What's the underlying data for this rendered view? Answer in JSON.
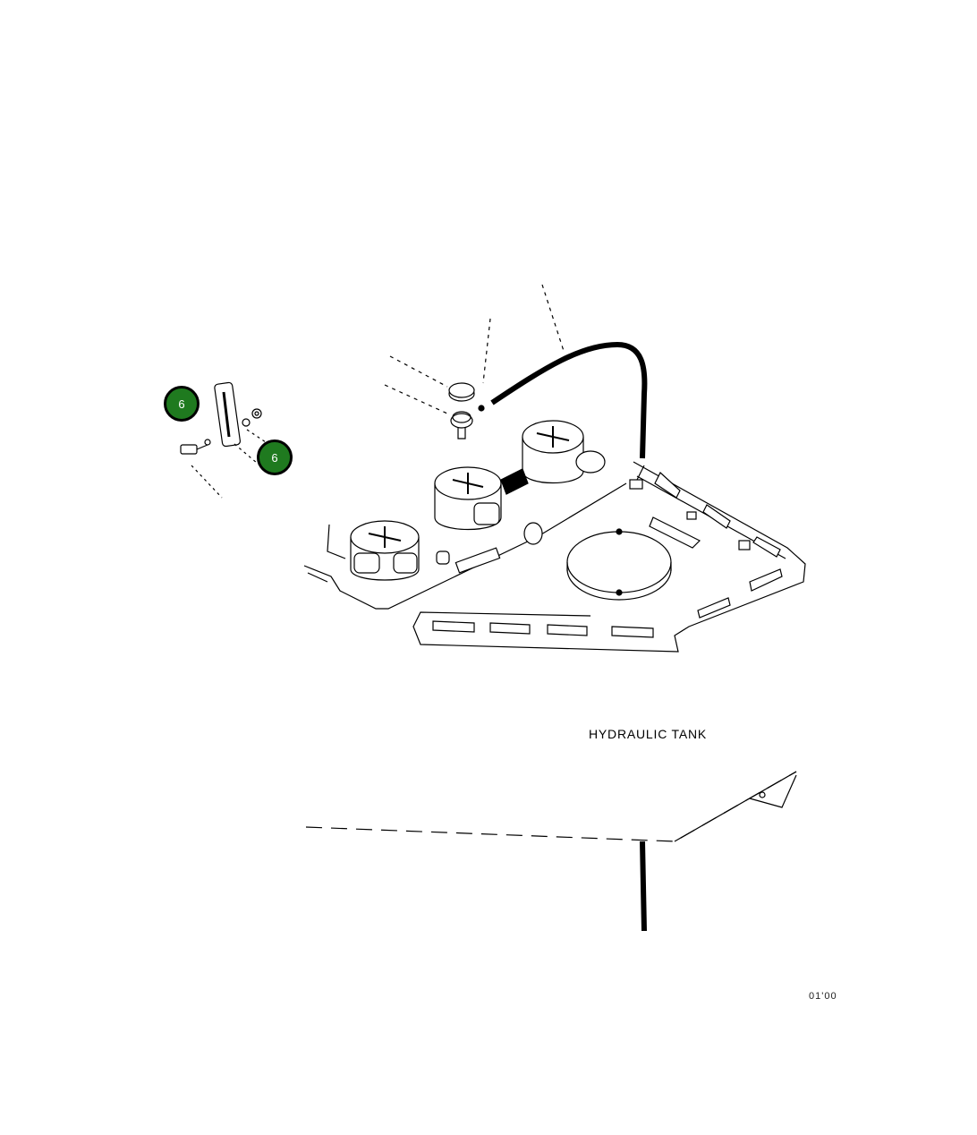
{
  "diagram": {
    "assembly_label": "HYDRAULIC TANK",
    "drawing_code": "01'00",
    "callouts": [
      {
        "number": "6"
      },
      {
        "number": "6"
      }
    ]
  }
}
